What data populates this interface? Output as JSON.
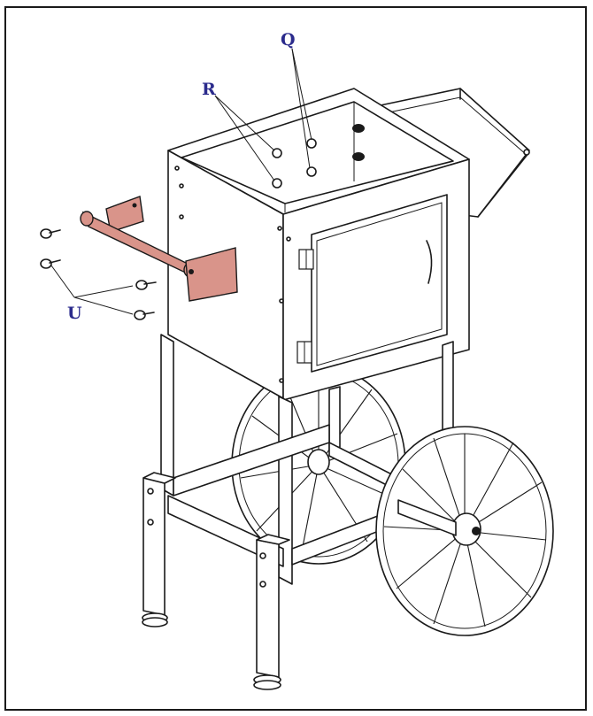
{
  "callouts": {
    "q": "Q",
    "r": "R",
    "u": "U"
  },
  "colors": {
    "handle_part": "#d9948a",
    "callout_text": "#2b2b8c",
    "line": "#1a1a1a"
  },
  "icons": [
    "cart-assembly-drawing",
    "handle-bracket",
    "wheel",
    "bolt"
  ]
}
